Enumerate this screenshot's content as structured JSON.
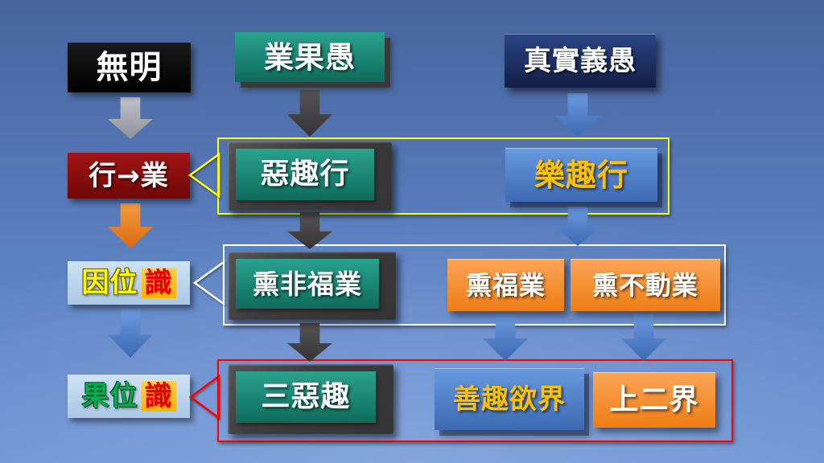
{
  "canvas": {
    "bg_top": "#47649d",
    "bg_bottom": "#6f94d2"
  },
  "nodes": {
    "wuming": {
      "label": "無明"
    },
    "yeguoyu": {
      "label": "業果愚"
    },
    "zhenshiyiyu": {
      "label": "真實義愚"
    },
    "xingye": {
      "label": "行→業"
    },
    "equxing": {
      "label": "惡趣行"
    },
    "lequxing": {
      "label": "樂趣行"
    },
    "yinweishi": {
      "prefix": "因位",
      "shi": "識"
    },
    "xunfeifuye": {
      "label": "熏非福業"
    },
    "xunfuye": {
      "label": "熏福業"
    },
    "xunbudongye": {
      "label": "熏不動業"
    },
    "guoweishi": {
      "prefix": "果位",
      "shi": "識"
    },
    "sanequ": {
      "label": "三惡趣"
    },
    "shanquyujie": {
      "label": "善趣欲界"
    },
    "shangerjie": {
      "label": "上二界"
    }
  },
  "colors": {
    "teal_box": "#1b8f7c",
    "dark_gray_slab": "#3f3f3f",
    "navy_box": "#1c2f63",
    "dark_red_box": "#8c0f0f",
    "black_box": "#000000",
    "orange_box": "#f08227",
    "blue_box": "#4f81cf",
    "light_blue_box": "#bdd7ee",
    "yellow_text": "#ffff00",
    "orange_text": "#ffc000",
    "green_text": "#00b050",
    "red_text": "#e80000",
    "gray_arrow": "#a6a6a6",
    "orange_arrow": "#e8791e",
    "blue_arrow": "#4f81cf",
    "dark_arrow": "#404040",
    "yellow_outline": "#ffff00",
    "white_outline": "#ffffff",
    "red_outline": "#ff0000"
  }
}
